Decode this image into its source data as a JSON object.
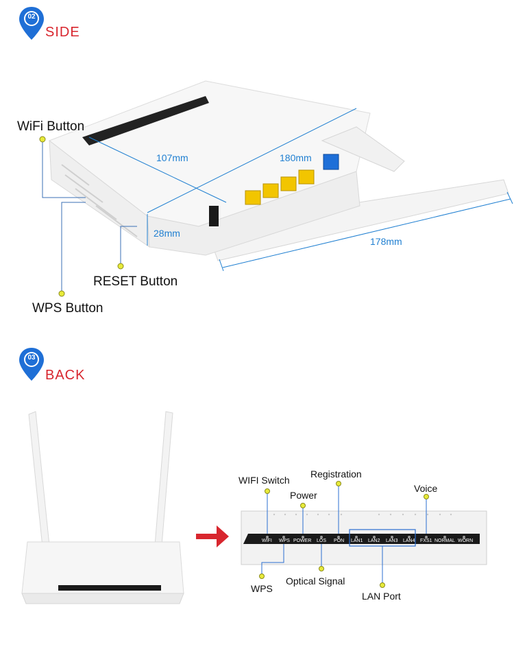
{
  "sections": [
    {
      "number": "02",
      "title": "SIDE"
    },
    {
      "number": "03",
      "title": "BACK"
    }
  ],
  "side": {
    "callouts": {
      "wifi_button": "WiFi Button",
      "reset_button": "RESET Button",
      "wps_button": "WPS Button"
    },
    "dimensions": {
      "depth": "107mm",
      "width": "180mm",
      "height": "28mm",
      "antenna": "178mm"
    }
  },
  "back": {
    "callouts": {
      "wifi_switch": "WIFI Switch",
      "registration": "Registration",
      "power": "Power",
      "voice": "Voice",
      "wps": "WPS",
      "optical_signal": "Optical Signal",
      "lan_port": "LAN Port"
    },
    "panel_leds": [
      "WIFI",
      "WPS",
      "POWER",
      "LOS",
      "PON",
      "LAN1",
      "LAN2",
      "LAN3",
      "LAN4",
      "FXS1",
      "NORMAL",
      "WORN"
    ]
  },
  "colors": {
    "accent_red": "#d8262e",
    "pin_blue": "#1f6fd6",
    "dimension_blue": "#1f7fd1",
    "callout_dot": "#e7ea3a",
    "port_yellow": "#f2c500"
  }
}
